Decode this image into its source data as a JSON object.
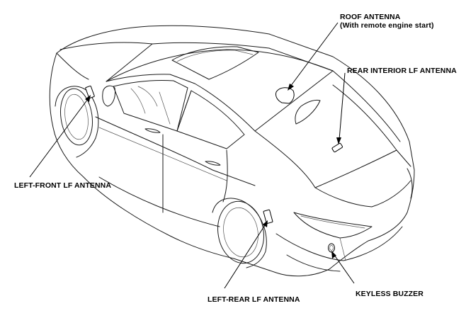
{
  "labels": {
    "roof_antenna": "ROOF ANTENNA",
    "roof_antenna_note": "(With remote engine start)",
    "rear_interior": "REAR INTERIOR LF ANTENNA",
    "left_front": "LEFT-FRONT LF ANTENNA",
    "left_rear": "LEFT-REAR LF ANTENNA",
    "keyless_buzzer": "KEYLESS BUZZER"
  }
}
